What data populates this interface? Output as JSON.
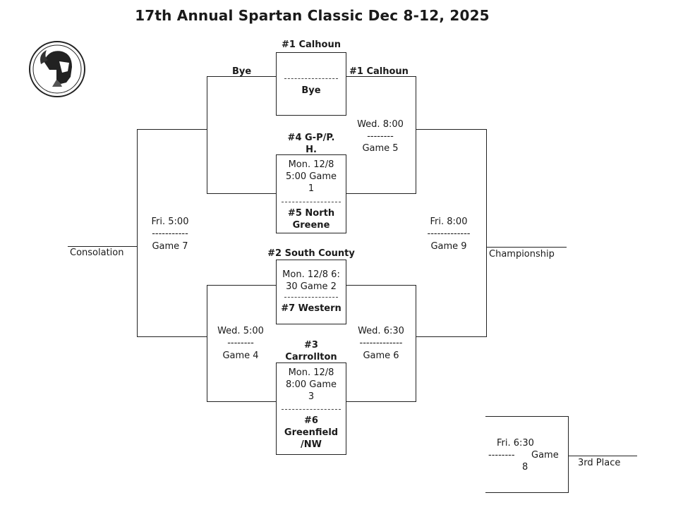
{
  "title": "17th Annual Spartan Classic Dec 8-12, 2025",
  "logo": {
    "icon": "spartan-helmet-logo"
  },
  "round1": {
    "game_top": {
      "seed_top": "#1 Calhoun",
      "seed_bottom": "Bye",
      "left_label": "Bye"
    },
    "game1": {
      "seed_top": "#4 G-P/P.",
      "seed_top_2": "H.",
      "line1": "Mon. 12/8",
      "line2": "5:00 Game",
      "line3": "1",
      "seed_bottom": "#5 North",
      "seed_bottom_2": "Greene"
    },
    "game2": {
      "seed_top": "#2 South County",
      "line1": "Mon. 12/8 6:",
      "line2": "30 Game 2",
      "seed_bottom": "#7 Western"
    },
    "game3": {
      "seed_top": "#3",
      "seed_top_2": "Carrollton",
      "line1": "Mon. 12/8",
      "line2": "8:00 Game",
      "line3": "3",
      "seed_bottom": "#6",
      "seed_bottom_2": "Greenfield",
      "seed_bottom_3": "/NW"
    }
  },
  "round2": {
    "game5": {
      "advance": "#1 Calhoun",
      "time": "Wed. 8:00",
      "dash": "--------",
      "label": "Game 5"
    },
    "game4": {
      "time": "Wed. 5:00",
      "dash": "--------",
      "label": "Game 4"
    },
    "game6": {
      "time": "Wed. 6:30",
      "dash": "-------------",
      "label": "Game 6"
    }
  },
  "finals": {
    "game7": {
      "time": "Fri. 5:00",
      "dash": "-----------",
      "label": "Game 7",
      "result": "Consolation"
    },
    "game9": {
      "time": "Fri. 8:00",
      "dash": "-------------",
      "label": "Game 9",
      "result": "Championship"
    },
    "game8": {
      "time": "Fri. 6:30",
      "dash": "--------",
      "label": "Game",
      "label_2": "8",
      "result": "3rd Place"
    }
  },
  "dash_lines": {
    "box_sep": "-------------"
  }
}
